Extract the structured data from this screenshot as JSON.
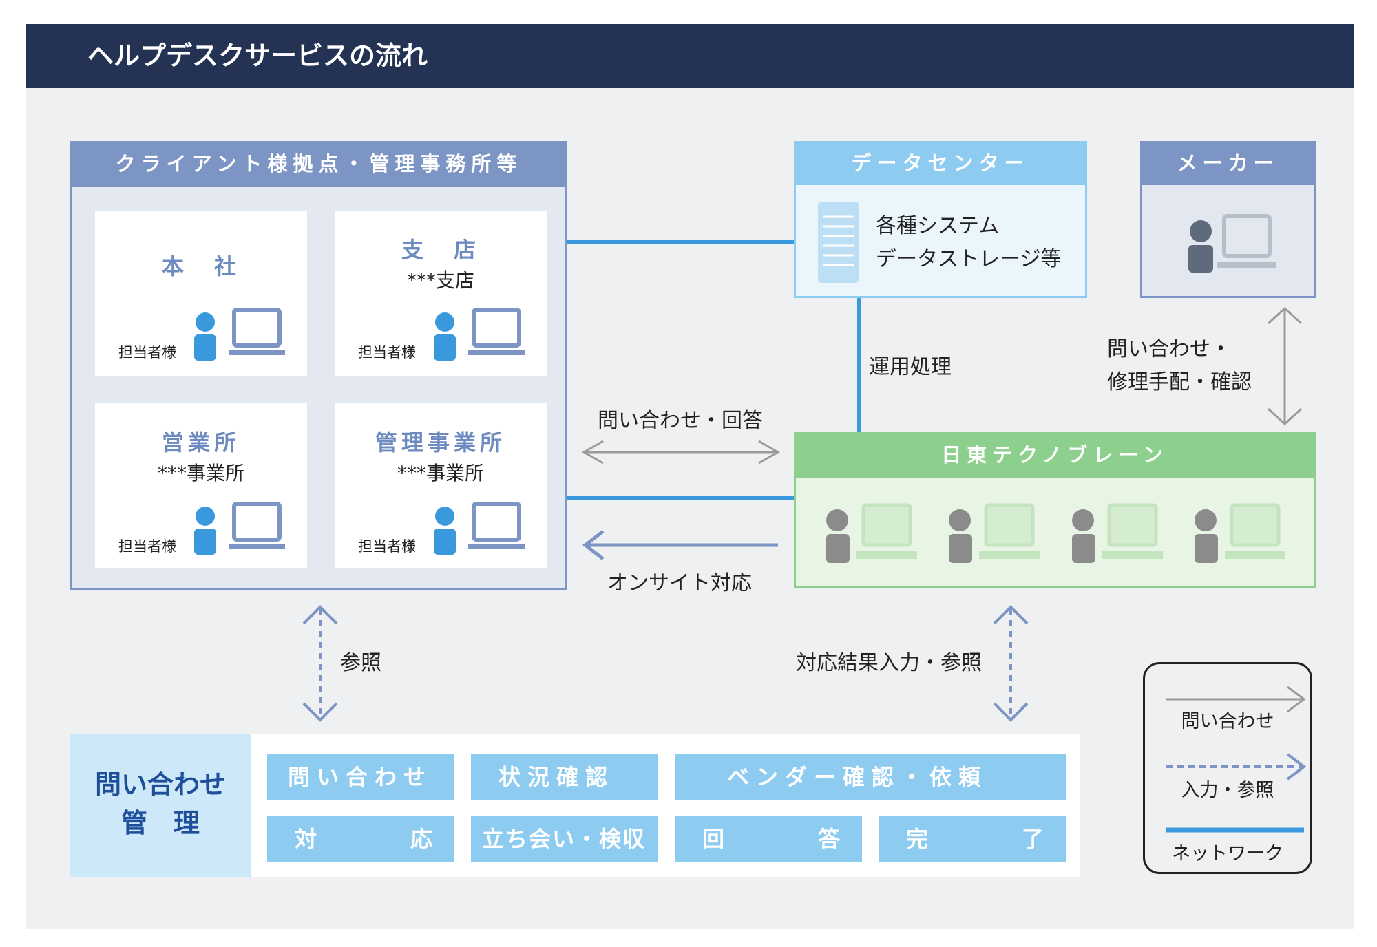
{
  "title": "ヘルプデスクサービスの流れ",
  "client": {
    "heading": "クライアント様拠点・管理事務所等",
    "offices": [
      {
        "name": "本　社",
        "sub": "",
        "staff": "担当者様"
      },
      {
        "name": "支　店",
        "sub": "***支店",
        "staff": "担当者様"
      },
      {
        "name": "営業所",
        "sub": "***事業所",
        "staff": "担当者様"
      },
      {
        "name": "管理事業所",
        "sub": "***事業所",
        "staff": "担当者様"
      }
    ]
  },
  "datacenter": {
    "heading": "データセンター",
    "line1": "各種システム",
    "line2": "データストレージ等"
  },
  "maker": {
    "heading": "メーカー"
  },
  "nitto": {
    "heading": "日東テクノブレーン"
  },
  "labels": {
    "operation": "運用処理",
    "maker_inquiry_1": "問い合わせ・",
    "maker_inquiry_2": "修理手配・確認",
    "inquiry_answer": "問い合わせ・回答",
    "onsite": "オンサイト対応",
    "reference": "参照",
    "result_input": "対応結果入力・参照"
  },
  "management": {
    "title_line1": "問い合わせ",
    "title_line2": "管　理",
    "tags": [
      "問い合わせ",
      "状況確認",
      "ベンダー確認・依頼",
      "対　　　応",
      "立ち会い・検収",
      "回　　　答",
      "完　　　了"
    ]
  },
  "legend": {
    "inquiry": "問い合わせ",
    "input_ref": "入力・参照",
    "network": "ネットワーク"
  },
  "colors": {
    "header": "#243353",
    "client": "#7d95c4",
    "datacenter": "#8ecbf0",
    "nitto": "#8dcf8c",
    "network": "#3a98dc",
    "dashed": "#7d95c4"
  }
}
